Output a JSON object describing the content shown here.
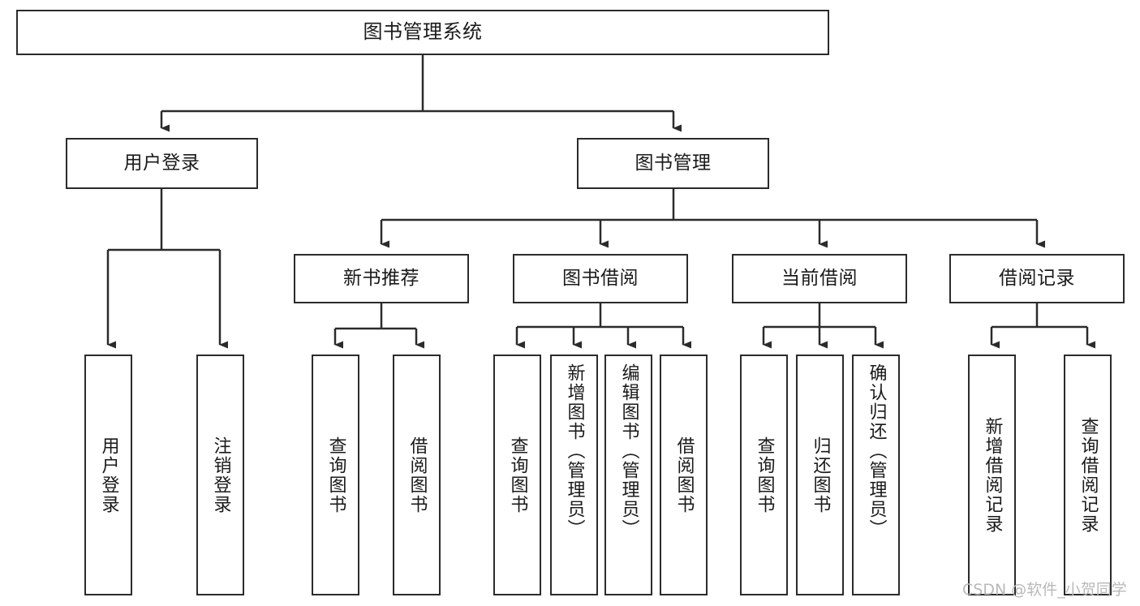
{
  "diagram": {
    "title": "图书管理系统",
    "type": "tree-hierarchy-chart",
    "root": {
      "id": "root",
      "label": "图书管理系统"
    },
    "level2": [
      {
        "id": "user-login",
        "label": "用户登录"
      },
      {
        "id": "book-management",
        "label": "图书管理"
      }
    ],
    "level3": [
      {
        "id": "new-book-recommend",
        "label": "新书推荐",
        "parent": "book-management"
      },
      {
        "id": "book-borrow",
        "label": "图书借阅",
        "parent": "book-management"
      },
      {
        "id": "current-borrow",
        "label": "当前借阅",
        "parent": "book-management"
      },
      {
        "id": "borrow-record",
        "label": "借阅记录",
        "parent": "book-management"
      }
    ],
    "leaves": [
      {
        "id": "leaf-user-login",
        "label": "用户登录",
        "parent": "user-login"
      },
      {
        "id": "leaf-logout-login",
        "label": "注销登录",
        "parent": "user-login"
      },
      {
        "id": "leaf-query-book-1",
        "label": "查询图书",
        "parent": "new-book-recommend"
      },
      {
        "id": "leaf-borrow-book-1",
        "label": "借阅图书",
        "parent": "new-book-recommend"
      },
      {
        "id": "leaf-query-book-2",
        "label": "查询图书",
        "parent": "book-borrow"
      },
      {
        "id": "leaf-add-book",
        "label": "新增图书（管理员）",
        "parent": "book-borrow"
      },
      {
        "id": "leaf-edit-book",
        "label": "编辑图书（管理员）",
        "parent": "book-borrow"
      },
      {
        "id": "leaf-borrow-book-2",
        "label": "借阅图书",
        "parent": "book-borrow"
      },
      {
        "id": "leaf-query-book-3",
        "label": "查询图书",
        "parent": "current-borrow"
      },
      {
        "id": "leaf-return-book",
        "label": "归还图书",
        "parent": "current-borrow"
      },
      {
        "id": "leaf-confirm-return",
        "label": "确认归还（管理员）",
        "parent": "current-borrow"
      },
      {
        "id": "leaf-add-record",
        "label": "新增借阅记录",
        "parent": "borrow-record"
      },
      {
        "id": "leaf-query-record",
        "label": "查询借阅记录",
        "parent": "borrow-record"
      }
    ],
    "colors": {
      "stroke": "#2b2b2b",
      "fill": "#ffffff",
      "text": "#1a1a1a",
      "watermark": "#b9b9b9"
    }
  },
  "watermark": {
    "text": "CSDN @软件_小贺同学"
  }
}
